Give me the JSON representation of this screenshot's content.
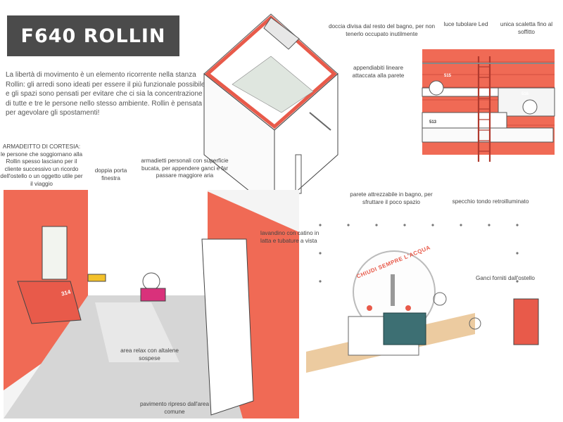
{
  "title": "F640 ROLLIN",
  "intro": "La libertà di movimento è un elemento ricorrente nella stanza Rollin: gli arredi sono ideati per essere il più funzionale possibile e gli spazi sono pensati per evitare che ci sia la concentrazione di tutte e tre le persone nello stesso ambiente. Rollin è pensata per agevolare gli spostamenti!",
  "annotations": {
    "shower": "doccia divisa dal resto del bagno, per non tenerlo occupato inutilmente",
    "hanger": "appendiabiti lineare attaccata alla parete",
    "light": "luce tubolare Led",
    "ladder": "unica scaletta fino al soffitto",
    "courtesy_cabinet": "ARMADEITTO DI CORTESIA: le persone che soggiornano alla Rollin spesso lasciano per il cliente successivo un ricordo dell'ostello o un oggetto utile per il viaggio",
    "window": "doppia porta finestra",
    "lockers": "armadietti personali con superficie bucata, per appendere ganci e far passare maggiore aria",
    "relax": "area relax con altalene sospese",
    "floor": "pavimento ripreso dall'area comune",
    "equip_wall": "parete attrezzabile in bagno, per sfruttare il poco spazio",
    "mirror": "specchio tondo retroilluminato",
    "sink": "lavandino con catino in latta e tubature a vista",
    "hooks": "Ganci forniti dall'ostello"
  },
  "drawing_labels": {
    "mirror_text": "CHIUDI SEMPRE L'ACQUA",
    "bunk_1": "515",
    "bunk_2": "516",
    "bunk_3": "513",
    "cabinet_tag": "314"
  },
  "colors": {
    "accent_red": "#e85a4a",
    "title_bg": "#4b4b4b",
    "wood": "#d9a55a",
    "teal": "#3d6f73"
  }
}
